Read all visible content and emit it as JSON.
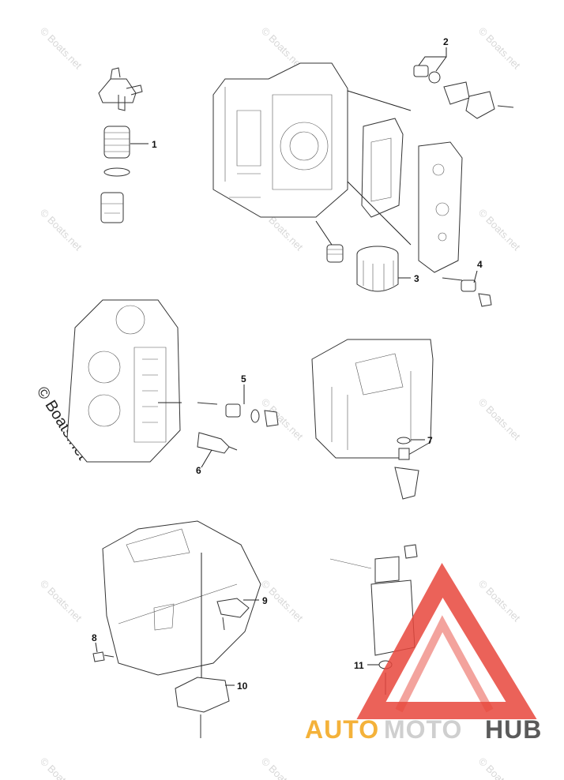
{
  "watermark": {
    "text": "© Boats.net",
    "main_text": "© Boats.net"
  },
  "callouts": [
    {
      "id": "1",
      "label": "1"
    },
    {
      "id": "2",
      "label": "2"
    },
    {
      "id": "3",
      "label": "3"
    },
    {
      "id": "4",
      "label": "4"
    },
    {
      "id": "5",
      "label": "5"
    },
    {
      "id": "6",
      "label": "6"
    },
    {
      "id": "7",
      "label": "7"
    },
    {
      "id": "8",
      "label": "8"
    },
    {
      "id": "9",
      "label": "9"
    },
    {
      "id": "10",
      "label": "10"
    },
    {
      "id": "11",
      "label": "11"
    }
  ],
  "logo": {
    "part_a": "AUTO",
    "part_b": "MOTO",
    "part_c": "HUB",
    "colors": {
      "red": "#e8473c",
      "orange": "#f4b23a",
      "gray": "#5a5a5a",
      "light": "#cfcfcf"
    }
  }
}
